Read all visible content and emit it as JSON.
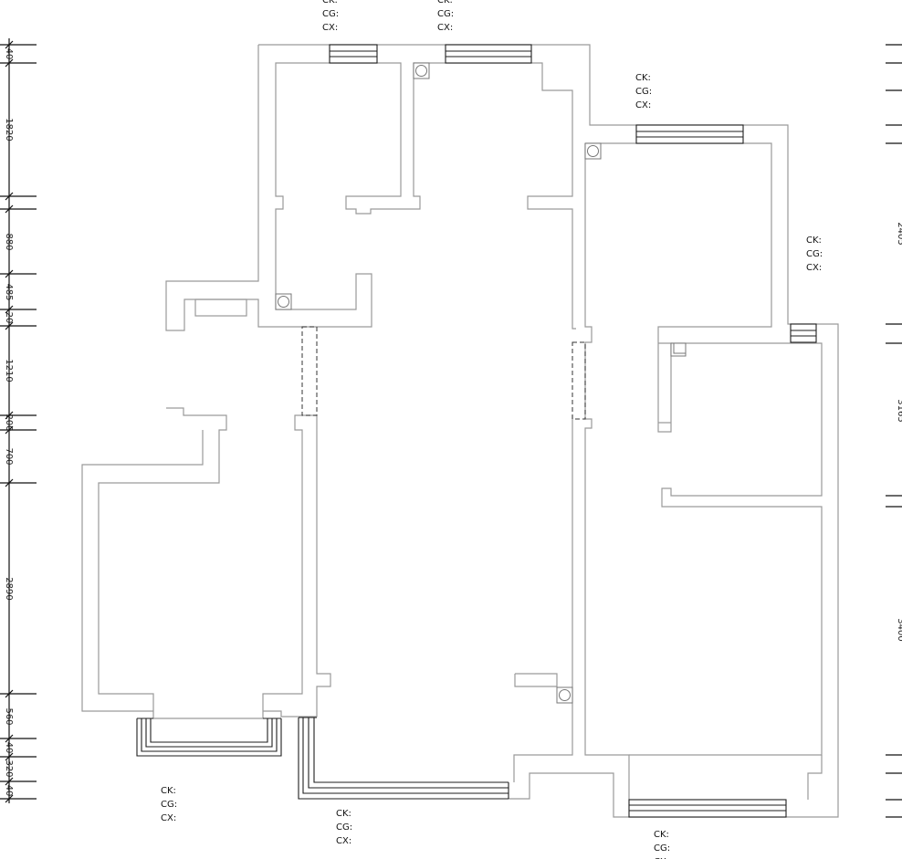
{
  "window_tag": {
    "lines": [
      "CK:",
      "CG:",
      "CX:"
    ]
  },
  "left_dimensions": [
    "40",
    "1820",
    "880",
    "485",
    "20",
    "1210",
    "200",
    "700",
    "2890",
    "560",
    "40",
    "320",
    "40"
  ],
  "right_dimensions": [
    "2405",
    "3165",
    "3400"
  ],
  "colors": {
    "wall": "#9a9a9a",
    "window": "#1e1e1e",
    "dimension": "#111111"
  }
}
